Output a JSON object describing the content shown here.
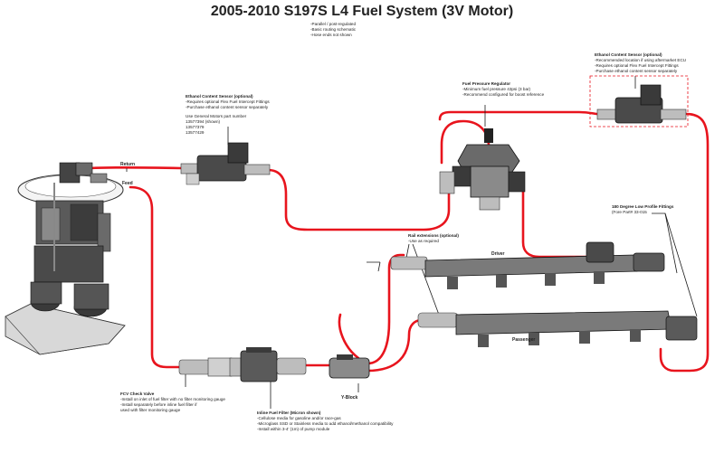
{
  "title": "2005-2010 S197S L4 Fuel System (3V Motor)",
  "header_notes": [
    "-Parallel / post-regulated",
    "-Basic routing schematic",
    "-Hose ends not shown"
  ],
  "colors": {
    "line": "#e8141d",
    "component": "#3a3a3a",
    "component_light": "#8a8a8a",
    "callout": "#1a1a1a"
  },
  "sensor_left": {
    "heading": "Ethanol Content Sensor (optional)",
    "lines": [
      "-Requires optional Flex Fuel Intercept Fittings",
      "-Purchase ethanol content sensor separately"
    ],
    "gm_heading": "Use General Motors part number",
    "gm_parts": [
      "13577394 (shown)",
      "13577379",
      "13577429"
    ]
  },
  "sensor_right": {
    "heading": "Ethanol Content Sensor (optional)",
    "lines": [
      "-Recommended location if using aftermarket ECU",
      "-Requires optional Flex Fuel Intercept Fittings",
      "-Purchase ethanol content sensor separately"
    ]
  },
  "regulator": {
    "heading": "Fuel Pressure Regulator",
    "lines": [
      "-Minimum fuel pressure 43psi (3 bar)",
      "-Recommend configured for boost reference"
    ]
  },
  "fittings": {
    "heading": "180 Degree Low Profile Fittings",
    "lines": [
      "(Fore Part# 33-015"
    ]
  },
  "rail_ext": {
    "heading": "Rail extensions (optional)",
    "lines": [
      "-Use as required"
    ]
  },
  "check_valve": {
    "heading": "FCV Check Valve",
    "lines": [
      "-Install on inlet of fuel filter with no filter monitoring gauge",
      "-Install separately before inline fuel filter if",
      "   used with filter monitoring gauge"
    ]
  },
  "filter": {
    "heading": "Inline Fuel Filter (Micron shown)",
    "lines": [
      "-Cellulose media for gasoline and/or race-gas",
      "-Microglass SSD or Stainless media to add ethanol/methanol compatibility",
      "-Install within 3-4' (1m) of pump module"
    ]
  },
  "labels": {
    "return": "Return",
    "feed": "Feed",
    "driver": "Driver",
    "passenger": "Passenger",
    "yblock": "Y-Block"
  }
}
